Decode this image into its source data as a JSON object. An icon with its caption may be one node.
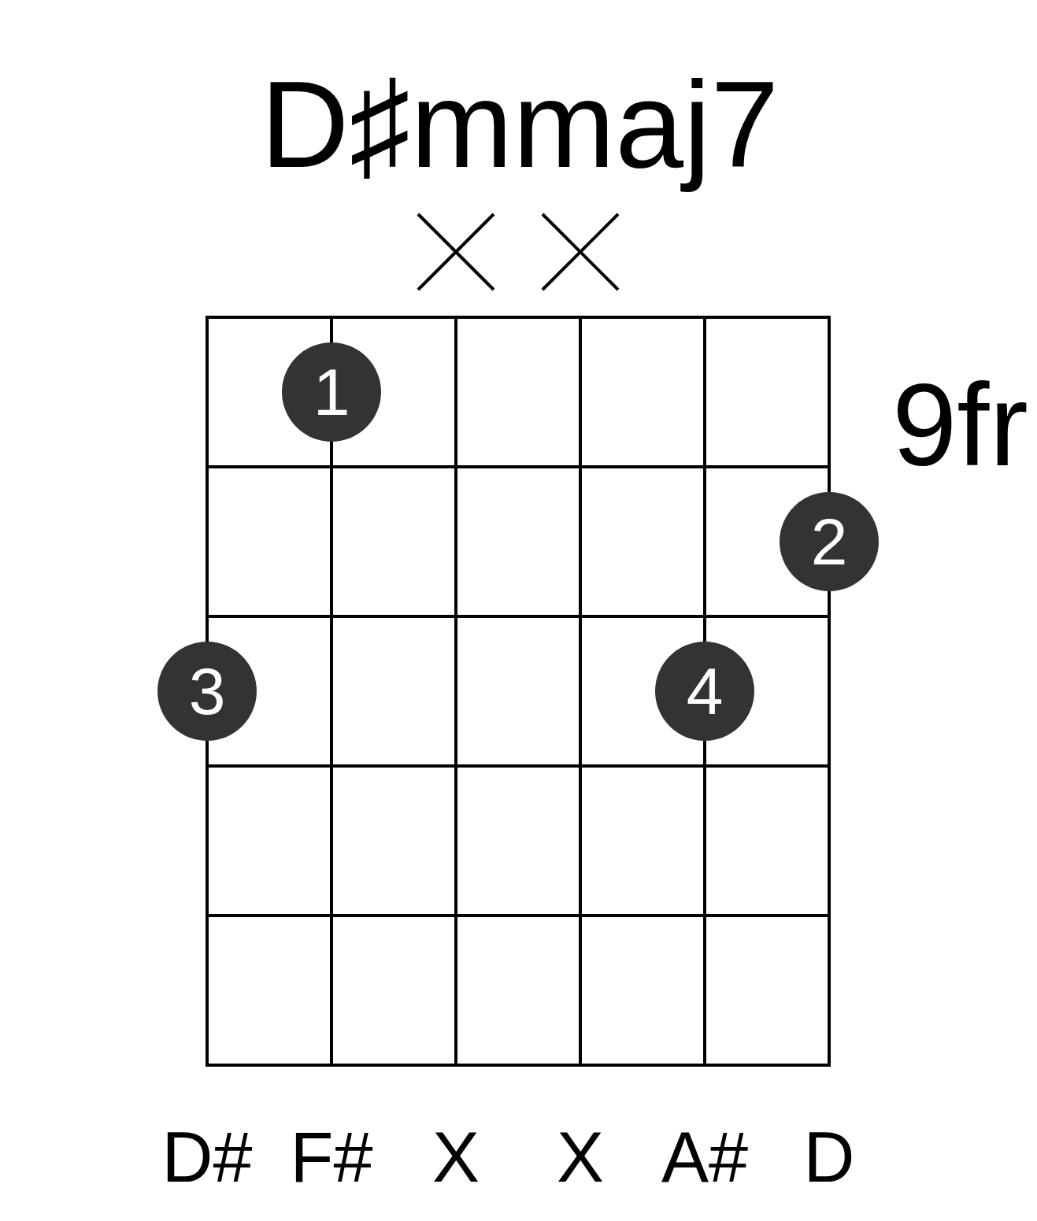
{
  "diagram": {
    "title": "D♯mmaj7",
    "nodes": [
      {
        "text": [
          "1"
        ]
      },
      {
        "text": [
          "2"
        ]
      },
      {
        "text": [
          "3"
        ]
      },
      {
        "text": [
          "4"
        ]
      }
    ],
    "labels": [
      "9fr",
      "D#",
      "F#",
      "X",
      "X",
      "A#",
      "D"
    ]
  }
}
